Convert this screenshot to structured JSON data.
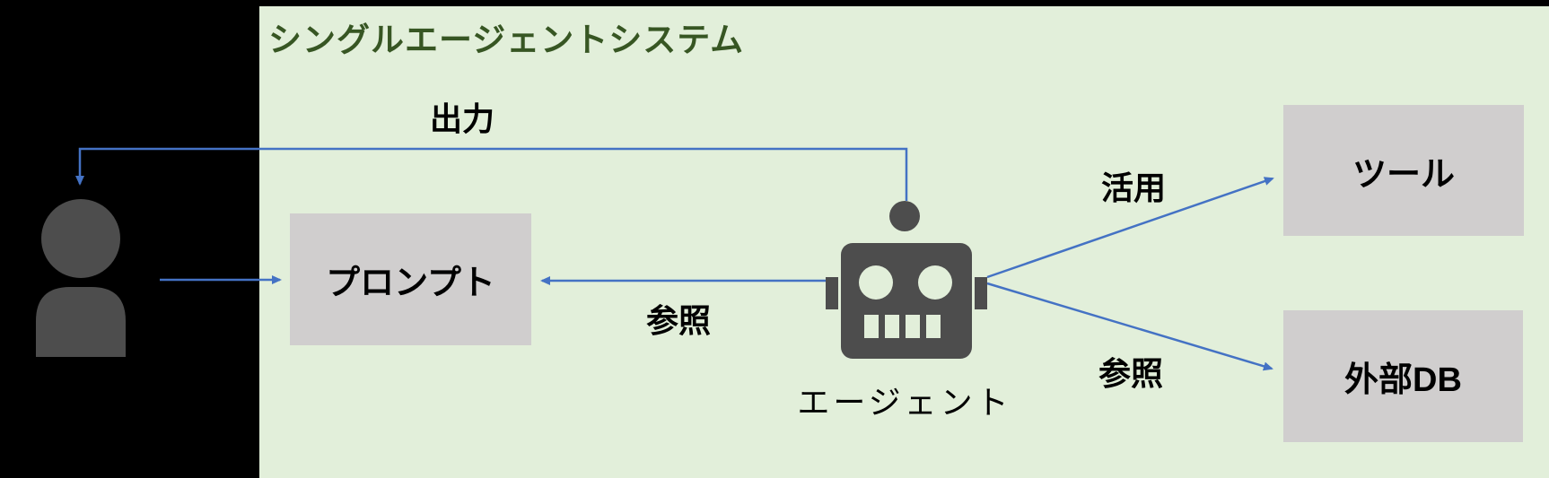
{
  "diagram": {
    "title": "シングルエージェントシステム",
    "colors": {
      "background": "#000000",
      "panel_fill": "#e2efda",
      "title_text": "#375623",
      "node_fill": "#d0cece",
      "node_text": "#000000",
      "arrow": "#4472c4",
      "figure_gray": "#4d4d4d"
    },
    "actors": {
      "user": {
        "icon": "person-icon"
      },
      "agent": {
        "label": "エージェント",
        "icon": "robot-icon"
      }
    },
    "nodes": [
      {
        "id": "prompt",
        "label": "プロンプト"
      },
      {
        "id": "tool",
        "label": "ツール"
      },
      {
        "id": "external_db",
        "label": "外部DB"
      }
    ],
    "edges": [
      {
        "id": "output",
        "label": "出力",
        "from": "agent",
        "to": "user"
      },
      {
        "id": "user_input",
        "label": "",
        "from": "user",
        "to": "prompt"
      },
      {
        "id": "reference_prompt",
        "label": "参照",
        "from": "agent",
        "to": "prompt"
      },
      {
        "id": "utilize",
        "label": "活用",
        "from": "agent",
        "to": "tool"
      },
      {
        "id": "reference_db",
        "label": "参照",
        "from": "agent",
        "to": "external_db"
      }
    ]
  }
}
